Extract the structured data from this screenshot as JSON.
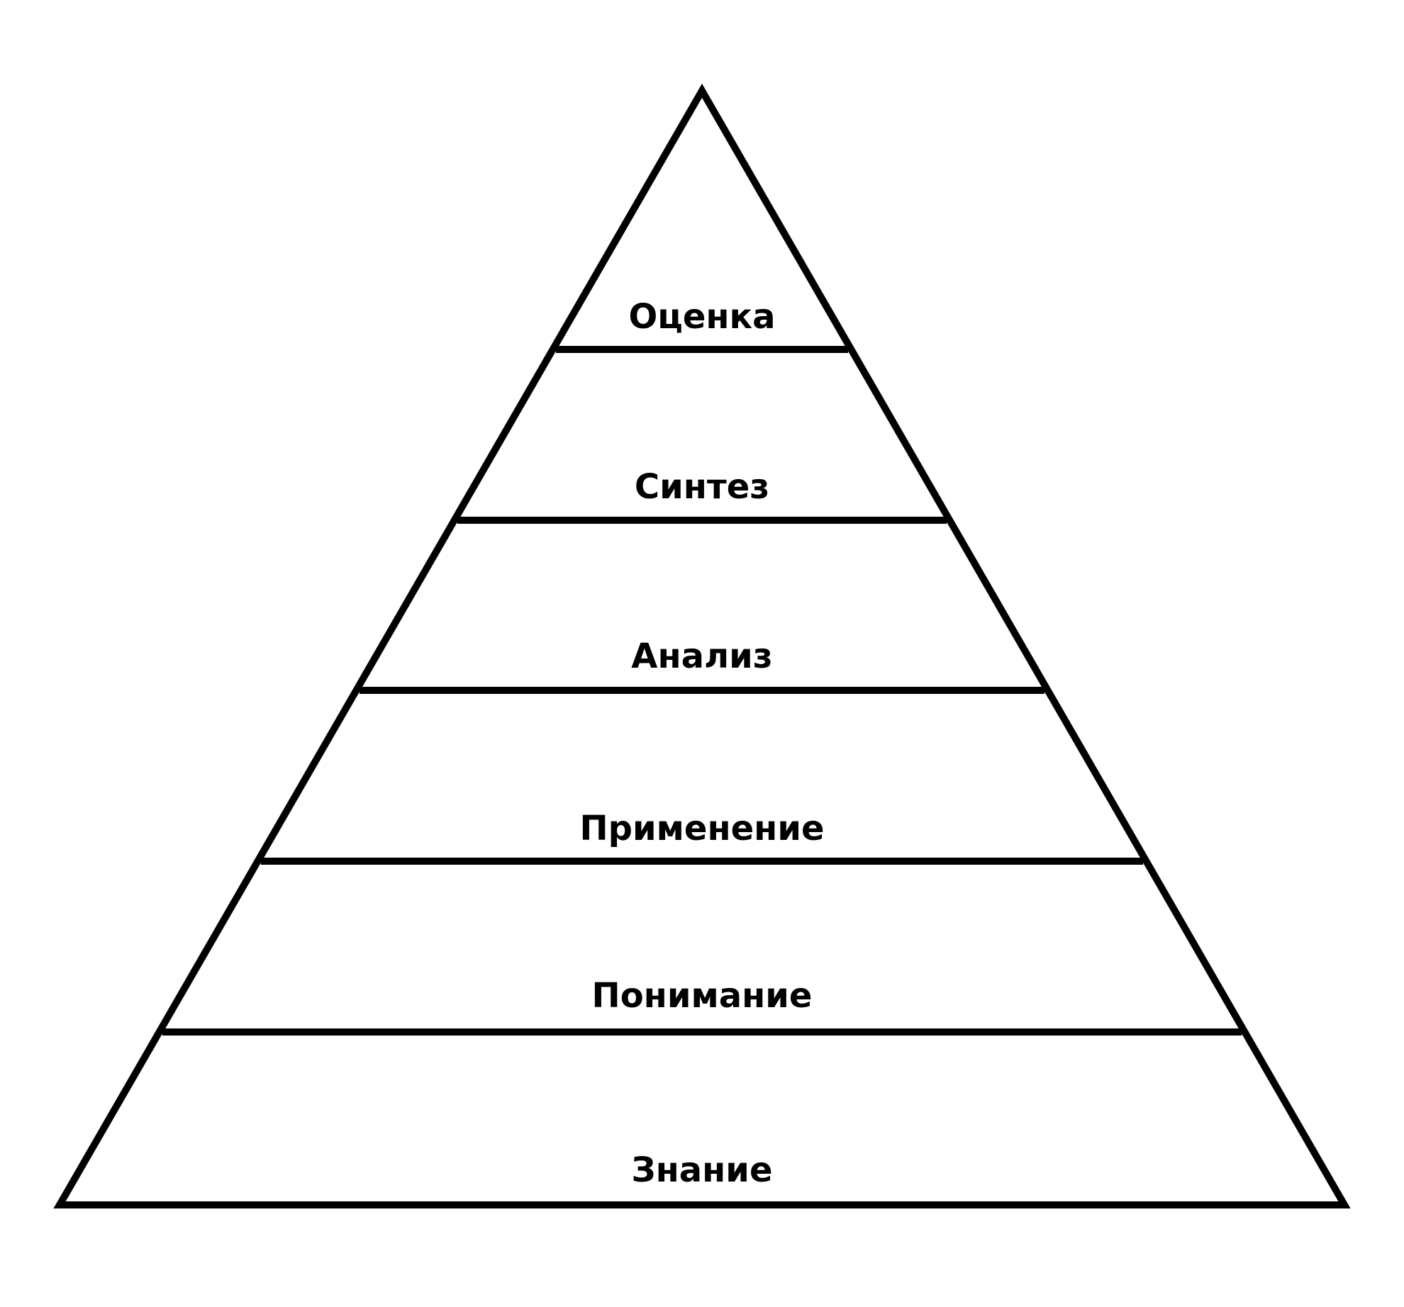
{
  "diagram": {
    "type": "pyramid",
    "tiers_top_to_bottom": [
      "Оценка",
      "Синтез",
      "Анализ",
      "Применение",
      "Понимание",
      "Знание"
    ]
  },
  "colors": {
    "background": "#ffffff",
    "stroke": "#000000",
    "text": "#000000"
  }
}
